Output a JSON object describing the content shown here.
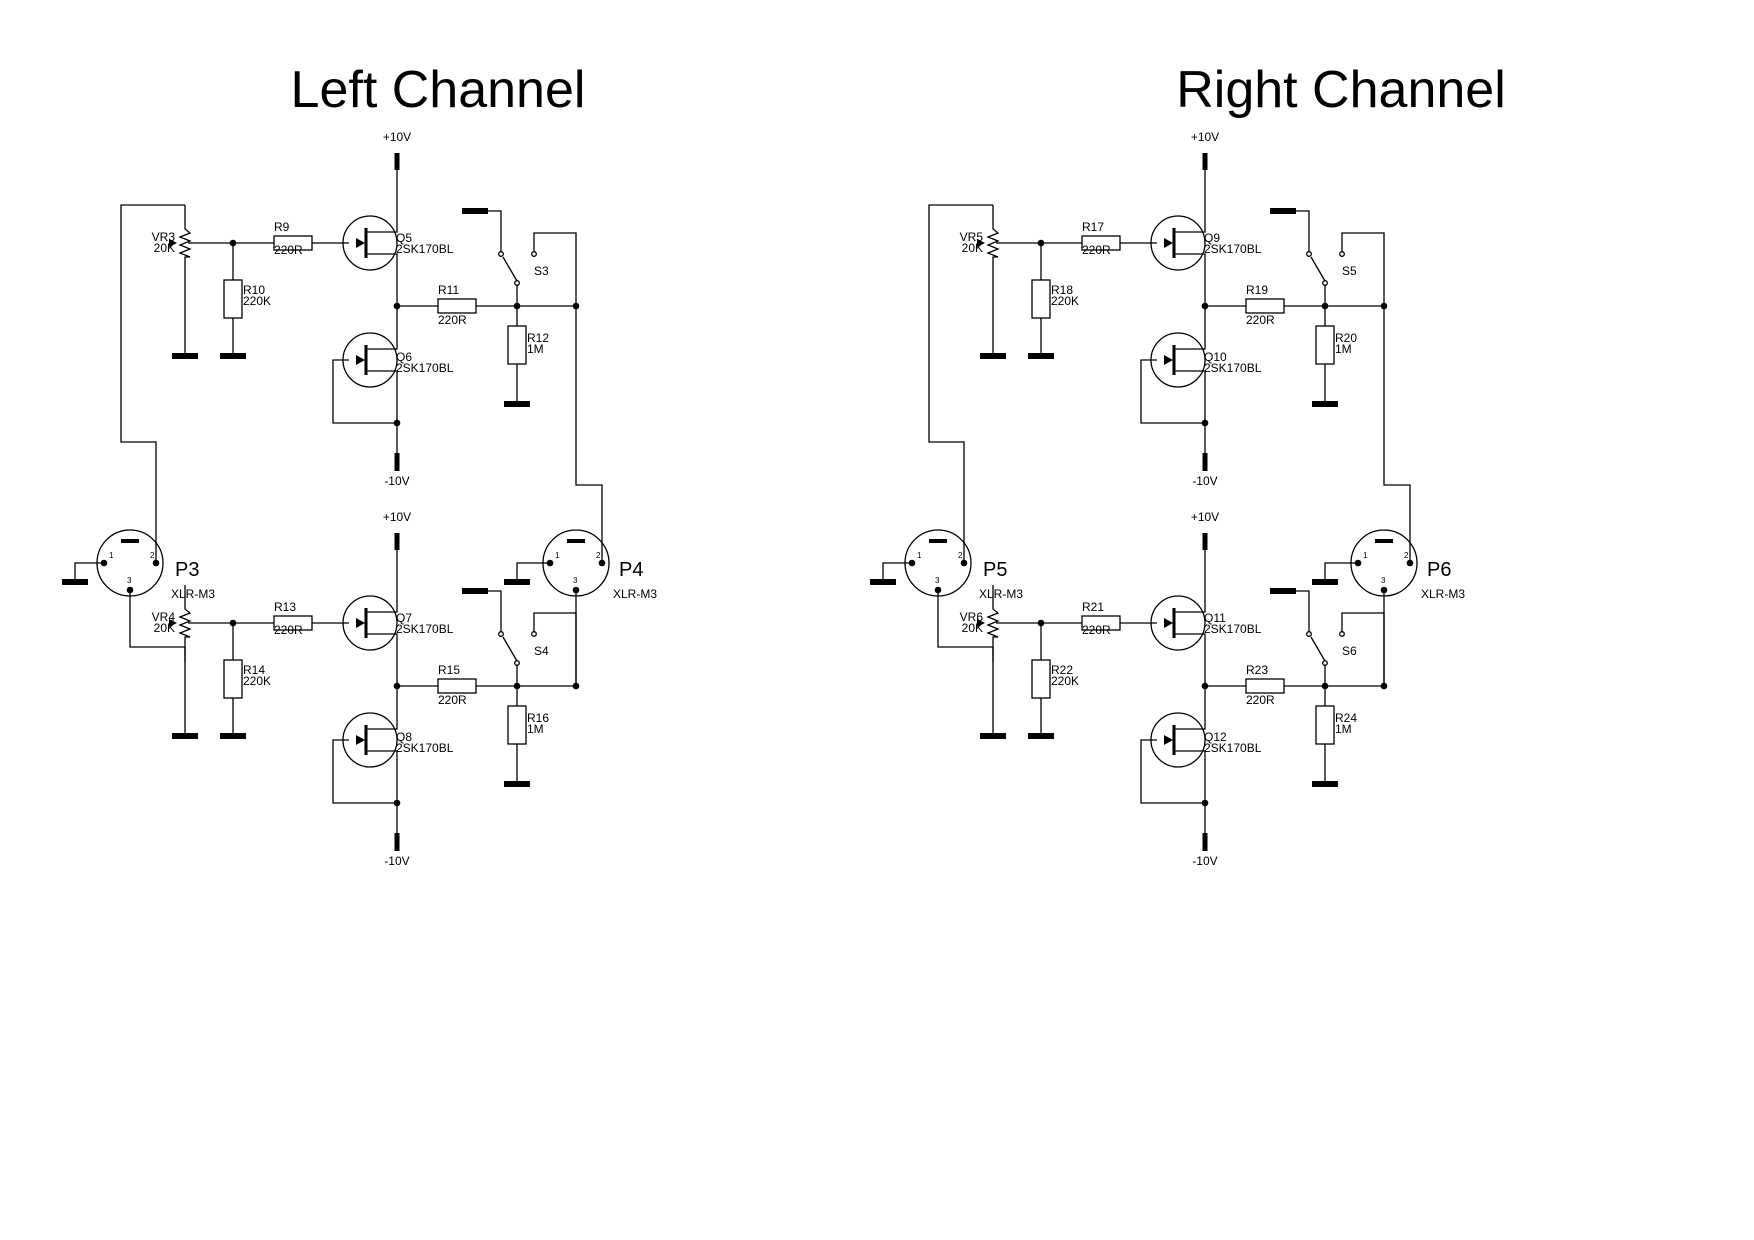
{
  "titles": {
    "left": "Left Channel",
    "right": "Right Channel"
  },
  "supply": {
    "positive": "+10V",
    "negative": "-10V"
  },
  "channels": [
    {
      "top": {
        "vr": "VR3",
        "vr_val": "20K",
        "r_gate": "R9",
        "r_gate_val": "220R",
        "r_pd": "R10",
        "r_pd_val": "220K",
        "q_a": "Q5",
        "q_a_type": "2SK170BL",
        "q_b": "Q6",
        "q_b_type": "2SK170BL",
        "r_out": "R11",
        "r_out_val": "220R",
        "r_load": "R12",
        "r_load_val": "1M",
        "sw": "S3"
      },
      "bottom": {
        "vr": "VR4",
        "vr_val": "20K",
        "r_gate": "R13",
        "r_gate_val": "220R",
        "r_pd": "R14",
        "r_pd_val": "220K",
        "q_a": "Q7",
        "q_a_type": "2SK170BL",
        "q_b": "Q8",
        "q_b_type": "2SK170BL",
        "r_out": "R15",
        "r_out_val": "220R",
        "r_load": "R16",
        "r_load_val": "1M",
        "sw": "S4"
      },
      "in_conn": {
        "name": "P3",
        "type": "XLR-M3"
      },
      "out_conn": {
        "name": "P4",
        "type": "XLR-M3"
      }
    },
    {
      "top": {
        "vr": "VR5",
        "vr_val": "20K",
        "r_gate": "R17",
        "r_gate_val": "220R",
        "r_pd": "R18",
        "r_pd_val": "220K",
        "q_a": "Q9",
        "q_a_type": "2SK170BL",
        "q_b": "Q10",
        "q_b_type": "2SK170BL",
        "r_out": "R19",
        "r_out_val": "220R",
        "r_load": "R20",
        "r_load_val": "1M",
        "sw": "S5"
      },
      "bottom": {
        "vr": "VR6",
        "vr_val": "20K",
        "r_gate": "R21",
        "r_gate_val": "220R",
        "r_pd": "R22",
        "r_pd_val": "220K",
        "q_a": "Q11",
        "q_a_type": "2SK170BL",
        "q_b": "Q12",
        "q_b_type": "2SK170BL",
        "r_out": "R23",
        "r_out_val": "220R",
        "r_load": "R24",
        "r_load_val": "1M",
        "sw": "S6"
      },
      "in_conn": {
        "name": "P5",
        "type": "XLR-M3"
      },
      "out_conn": {
        "name": "P6",
        "type": "XLR-M3"
      }
    }
  ],
  "connector_pins": [
    "1",
    "2",
    "3"
  ]
}
